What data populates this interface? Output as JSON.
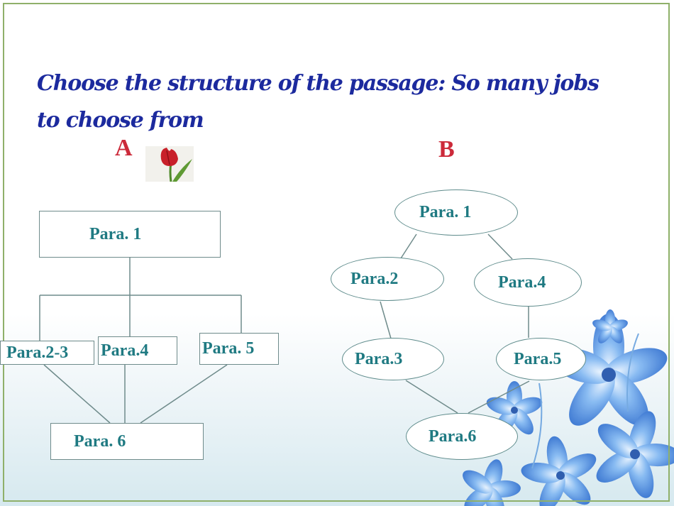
{
  "title": "Choose the structure of the passage: So many jobs to choose from",
  "labels": {
    "a": "A",
    "b": "B"
  },
  "diagram_a": {
    "para1": "Para. 1",
    "para23": "Para.2-3",
    "para4": "Para.4",
    "para5": "Para. 5",
    "para6": "Para. 6"
  },
  "diagram_b": {
    "para1": "Para. 1",
    "para2": "Para.2",
    "para3": "Para.3",
    "para4": "Para.4",
    "para5": "Para.5",
    "para6": "Para.6"
  },
  "colors": {
    "title": "#1c2a9e",
    "label": "#cc2a3a",
    "node_text": "#1f7a82",
    "line": "#6f8b8b",
    "flower": "#4a8fe0"
  },
  "icons": {
    "tulip": "tulip-icon",
    "flowers": "blue-flowers-decoration"
  }
}
